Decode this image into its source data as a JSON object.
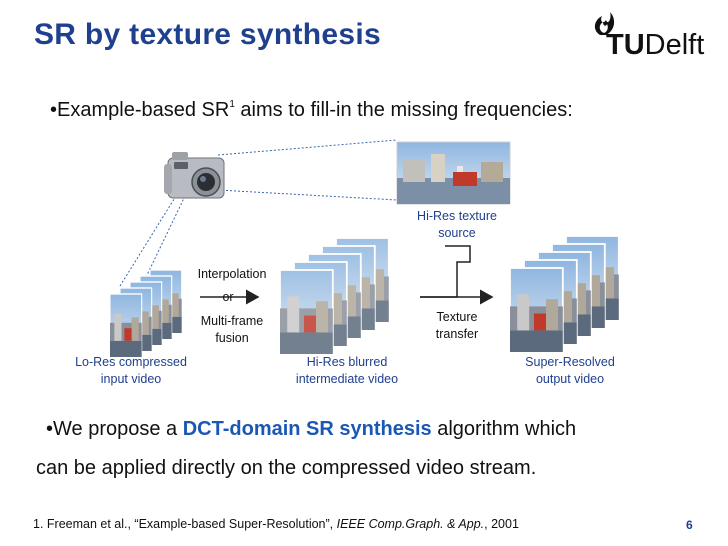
{
  "slide": {
    "title": "SR by texture synthesis",
    "logo": {
      "tu": "TU",
      "delft": "Delft"
    },
    "bullet1": {
      "text": "•Example-based SR",
      "superscript": "1",
      "rest": " aims to fill-in the missing frequencies:"
    },
    "diagram": {
      "texture_source_label": [
        "Hi-Res texture",
        "source"
      ],
      "interpolation_label": "Interpolation",
      "or_label": "or",
      "multiframe_label": [
        "Multi-frame",
        "fusion"
      ],
      "texture_transfer_label": [
        "Texture",
        "transfer"
      ],
      "lores_label": [
        "Lo-Res compressed",
        "input video"
      ],
      "blurred_label": [
        "Hi-Res blurred",
        "intermediate video"
      ],
      "superres_label": [
        "Super-Resolved",
        "output video"
      ]
    },
    "bullet2": {
      "prefix": "•We propose a ",
      "highlight": "DCT-domain SR synthesis",
      "suffix": " algorithm which"
    },
    "bullet2_line2": "can be applied directly on the compressed video stream.",
    "footnote": {
      "prefix": "1. Freeman et al., “Example-based Super-Resolution”, ",
      "journal": "IEEE Comp.Graph. & App.",
      "suffix": ", 2001"
    },
    "page_number": "6"
  },
  "colors": {
    "title": "#1f3f8f",
    "highlight": "#1b57b4",
    "tu_flame": "#111111"
  },
  "icons": [
    "camera-icon",
    "tu-delft-flame-icon",
    "video-frame-stack"
  ]
}
